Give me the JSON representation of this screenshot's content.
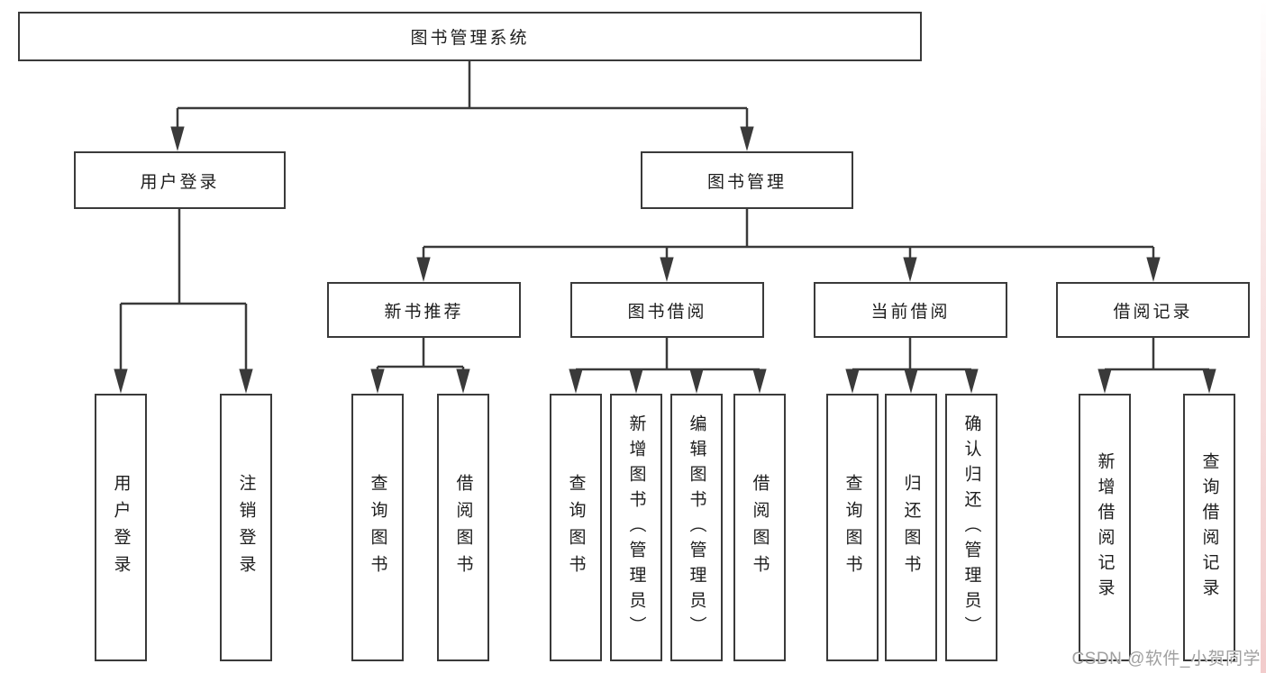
{
  "diagram": {
    "root": {
      "label": "图书管理系统"
    },
    "branches": {
      "user_login": {
        "label": "用户登录"
      },
      "book_mgmt": {
        "label": "图书管理"
      }
    },
    "modules": {
      "new_book_rec": {
        "label": "新书推荐"
      },
      "book_borrow": {
        "label": "图书借阅"
      },
      "current_borrow": {
        "label": "当前借阅"
      },
      "borrow_record": {
        "label": "借阅记录"
      }
    },
    "leaves": {
      "user_login": {
        "label": "用户登录"
      },
      "logout": {
        "label": "注销登录"
      },
      "rec_query_book": {
        "label": "查询图书"
      },
      "rec_borrow_book": {
        "label": "借阅图书"
      },
      "bb_query_book": {
        "label": "查询图书"
      },
      "bb_add_book": {
        "label": "新增图书（管理员）"
      },
      "bb_edit_book": {
        "label": "编辑图书（管理员）"
      },
      "bb_borrow_book": {
        "label": "借阅图书"
      },
      "cb_query_book": {
        "label": "查询图书"
      },
      "cb_return_book": {
        "label": "归还图书"
      },
      "cb_confirm_return": {
        "label": "确认归还（管理员）"
      },
      "br_add_record": {
        "label": "新增借阅记录"
      },
      "br_query_record": {
        "label": "查询借阅记录"
      }
    }
  },
  "watermark": {
    "text": "CSDN @软件_小贺同学"
  },
  "colors": {
    "line": "#3a3a3a",
    "text": "#1d1d1d",
    "watermark": "#a0a0a0",
    "edge_tint": "#f2cfcf"
  }
}
